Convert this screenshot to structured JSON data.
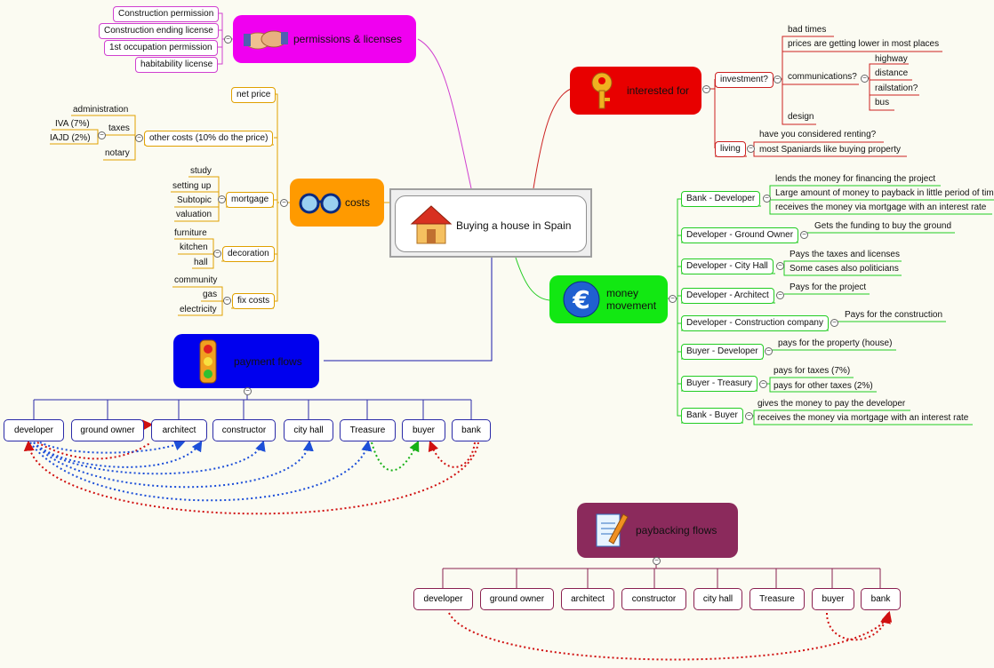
{
  "central": {
    "title": "Buying a house in Spain",
    "icon": "house-icon"
  },
  "permissions": {
    "title": "permissions & licenses",
    "icon": "handshake-icon",
    "color": "#f000f0",
    "items": [
      "Construction permission",
      "Construction ending license",
      "1st occupation permission",
      "habitability license"
    ]
  },
  "interested": {
    "title": "interested for",
    "icon": "key-icon",
    "color": "#e00000",
    "investment": {
      "label": "investment?",
      "items": [
        "bad times",
        "prices are getting lower in most places",
        "communications?",
        "design"
      ],
      "communications": [
        "highway",
        "distance",
        "railstation?",
        "bus"
      ]
    },
    "living": {
      "label": "living",
      "items": [
        "have you considered renting?",
        "most Spaniards like buying property"
      ]
    }
  },
  "costs": {
    "title": "costs",
    "icon": "glasses-icon",
    "color": "#ff9a00",
    "net_price": "net price",
    "other_costs": {
      "label": "other costs (10% do the price)",
      "administration": "administration",
      "taxes": {
        "label": "taxes",
        "items": [
          "IVA (7%)",
          "IAJD (2%)"
        ]
      },
      "notary": "notary"
    },
    "mortgage": {
      "label": "mortgage",
      "items": [
        "study",
        "setting up",
        "Subtopic",
        "valuation"
      ]
    },
    "decoration": {
      "label": "decoration",
      "items": [
        "furniture",
        "kitchen",
        "hall"
      ]
    },
    "fix_costs": {
      "label": "fix costs",
      "items": [
        "community",
        "gas",
        "electricity"
      ]
    }
  },
  "money": {
    "title_line1": "money",
    "title_line2": "movement",
    "icon": "euro-icon",
    "color": "#12e812",
    "groups": [
      {
        "label": "Bank - Developer",
        "items": [
          "lends the money for financing the project",
          "Large amount of money to payback in little period of tim",
          "receives the money via mortgage with an interest rate"
        ]
      },
      {
        "label": "Developer - Ground Owner",
        "items": [
          "Gets the funding to buy the ground"
        ]
      },
      {
        "label": "Developer - City Hall",
        "items": [
          "Pays the taxes and licenses",
          "Some cases also politicians"
        ]
      },
      {
        "label": "Developer - Architect",
        "items": [
          "Pays for the project"
        ]
      },
      {
        "label": "Developer - Construction company",
        "items": [
          "Pays for the construction"
        ]
      },
      {
        "label": "Buyer - Developer",
        "items": [
          "pays for the property (house)"
        ]
      },
      {
        "label": "Buyer - Treasury",
        "items": [
          "pays for taxes (7%)",
          "pays for other taxes (2%)"
        ]
      },
      {
        "label": "Bank - Buyer",
        "items": [
          "gives the money to pay the developer",
          "receives the money via mortgage with an interest rate"
        ]
      }
    ]
  },
  "payment_flows": {
    "title": "payment flows",
    "icon": "traffic-light-icon",
    "color": "#0000ee",
    "nodes": [
      "developer",
      "ground owner",
      "architect",
      "constructor",
      "city hall",
      "Treasure",
      "buyer",
      "bank"
    ]
  },
  "payback_flows": {
    "title": "paybacking flows",
    "icon": "edit-document-icon",
    "color": "#8b2a5c",
    "nodes": [
      "developer",
      "ground owner",
      "architect",
      "constructor",
      "city hall",
      "Treasure",
      "buyer",
      "bank"
    ]
  }
}
